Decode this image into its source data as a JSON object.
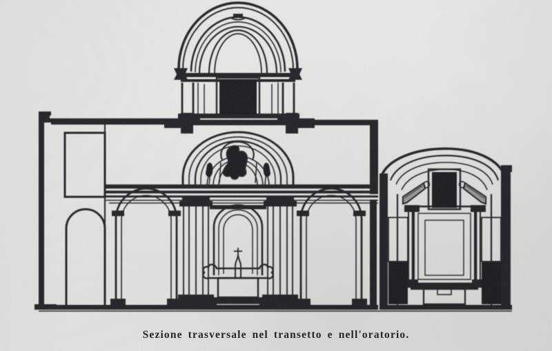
{
  "plate": {
    "caption": "Sezione trasversale nel transetto e nell'oratorio.",
    "subject": "architectural cross-section of a baroque church transept and oratory",
    "medium": "halftone print reproduction of a line drawing",
    "background_color": "#e9e9e7",
    "ink_color": "#1f1f24",
    "dark_fill_color": "#17171a"
  },
  "drawing": {
    "title_on_plate": "Sezione trasversale nel transetto e nell'oratorio.",
    "orientation": "transverse section, viewed from the nave toward the transept",
    "ground_line_label": "ground / pavement line",
    "parts": [
      {
        "name": "dome",
        "label": "cupola",
        "description": "double-shell ribbed dome over the crossing, springing from a cornice with flared kneelers"
      },
      {
        "name": "drum",
        "label": "tamburo",
        "description": "drum beneath the dome pierced by a tall rectangular window, flanked by paired pilasters"
      },
      {
        "name": "drum-window",
        "label": "finestra del tamburo",
        "fill": "dark",
        "description": "rectangular opening shown in solid black"
      },
      {
        "name": "crossing-arch",
        "label": "arcone del transetto",
        "description": "great semicircular arch with concentric mouldings and a shell-like fluted intrados"
      },
      {
        "name": "lunette-opening",
        "label": "apertura a lunetta",
        "fill": "dark",
        "description": "dark trefoil-shaped opening at the head of the crossing arch"
      },
      {
        "name": "entablature",
        "label": "trabeazione",
        "description": "continuous multi-band entablature running across the full width of the transept"
      },
      {
        "name": "left-bay-arch",
        "label": "arcata laterale sinistra",
        "description": "round-headed arched bay carried on pilasters with moulded capitals and bases"
      },
      {
        "name": "right-bay-arch",
        "label": "arcata laterale destra",
        "description": "round-headed arched bay matching the left, carried on clustered pilasters"
      },
      {
        "name": "central-aedicule",
        "label": "edicola centrale",
        "description": "smaller arched niche on the centre line framed by coupled columns"
      },
      {
        "name": "altar",
        "label": "altare",
        "description": "altar block with stepped mensa, volute-ended gradine and a small tabernacle cross"
      },
      {
        "name": "left-outer-wall",
        "label": "muro perimetrale sinistro",
        "description": "cut exterior wall in heavy section poche, with a rectangular upper window and a round-arched opening below"
      },
      {
        "name": "left-upper-window",
        "label": "finestra alta",
        "description": "plain rectangular window opening in the outer wall"
      },
      {
        "name": "left-arched-opening",
        "label": "vano ad arco",
        "description": "tall round-headed opening in the outer wall at ground level"
      },
      {
        "name": "oratory",
        "label": "oratorio",
        "description": "adjoining oratory at right, roofed with a shallow segmental vault"
      },
      {
        "name": "oratory-vault",
        "label": "volta dell'oratorio",
        "description": "segmental vault drawn with concentric arcs inside the cut wall"
      },
      {
        "name": "oratory-retable",
        "label": "ancona dell'oratorio",
        "description": "altarpiece frame with coupled columns carrying split raking pediments"
      },
      {
        "name": "oratory-window",
        "label": "finestra dell'oratorio",
        "fill": "dark",
        "description": "tall dark rectangular panel at the centre of the retable"
      },
      {
        "name": "oratory-dark-panels",
        "label": "pannelli scuri",
        "fill": "dark",
        "description": "pair of solid black panels low on each side wall of the oratory"
      },
      {
        "name": "oratory-altar",
        "label": "altare dell'oratorio",
        "description": "low altar block and predella beneath the retable"
      }
    ]
  }
}
